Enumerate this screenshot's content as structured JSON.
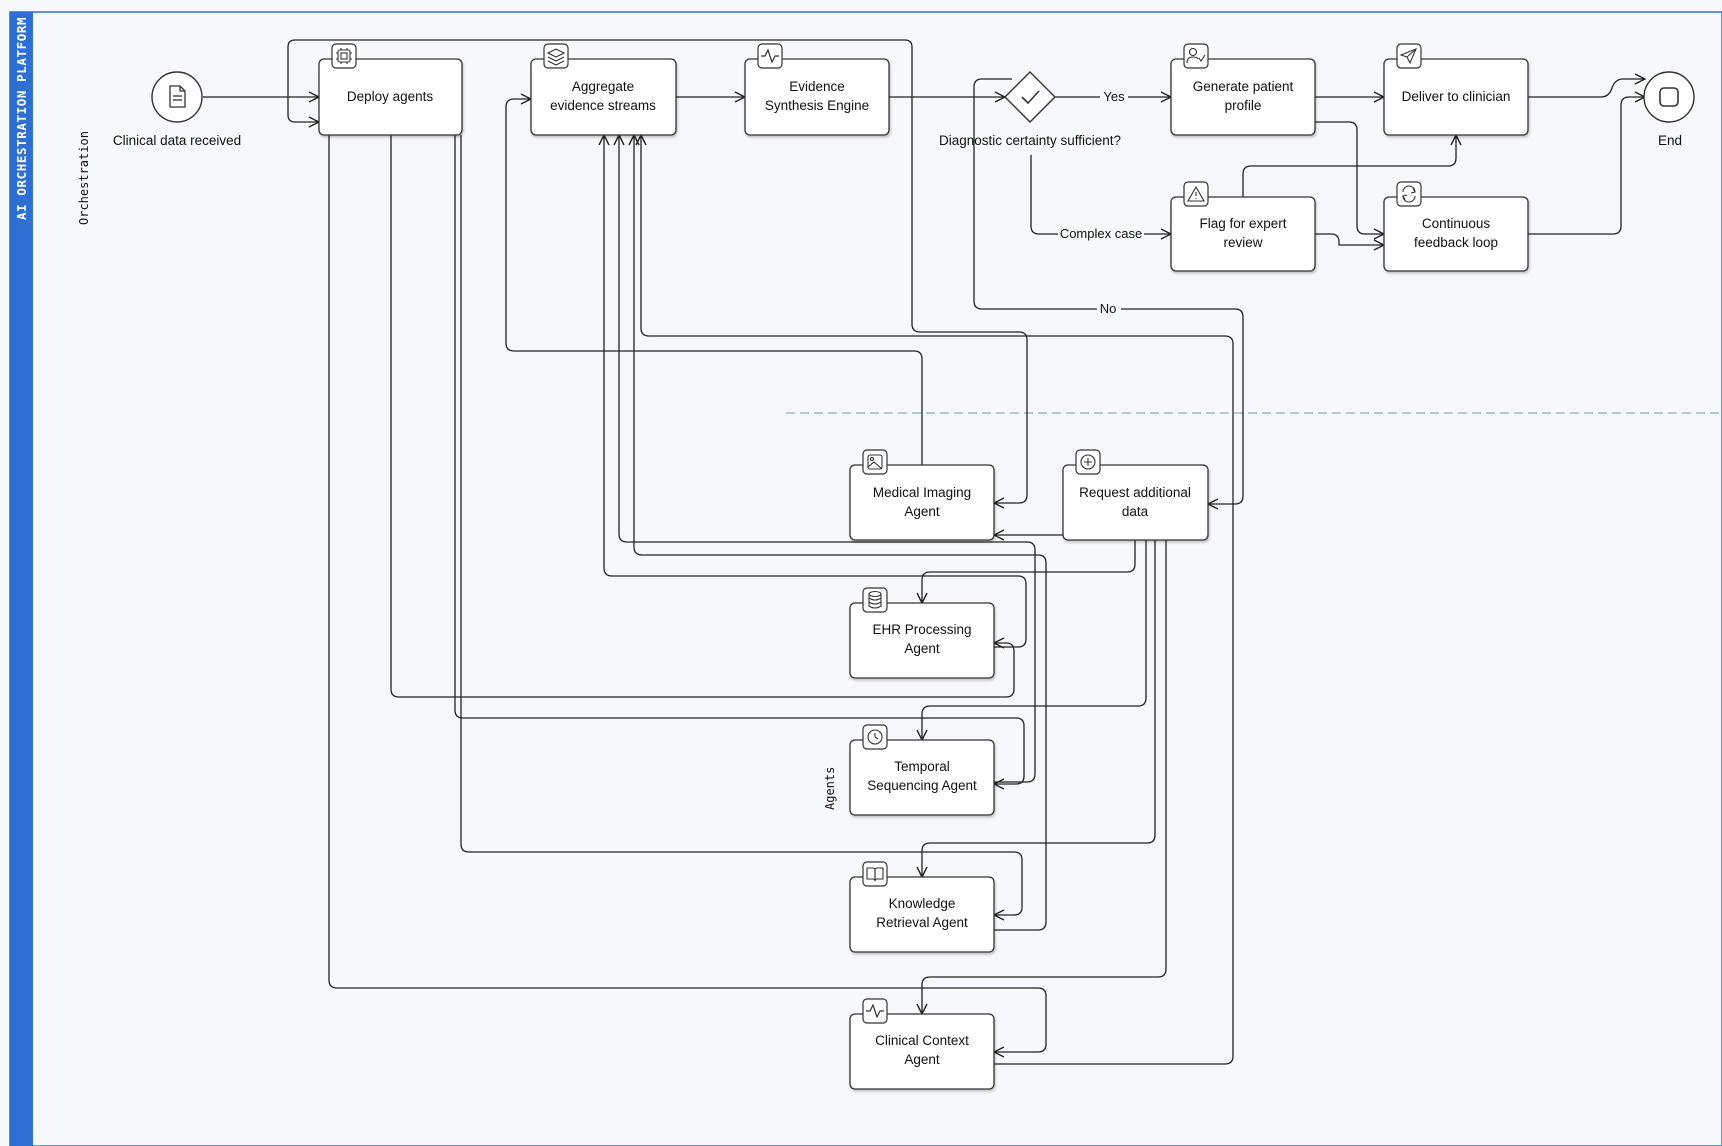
{
  "pool": {
    "title": "AI ORCHESTRATION PLATFORM",
    "accent": "#2f6fd1"
  },
  "lanes": {
    "orchestration": "Orchestration",
    "agents": "Agents"
  },
  "events": {
    "start": "Clinical data received",
    "end": "End"
  },
  "tasks": {
    "deploy": "Deploy agents",
    "aggregate_1": "Aggregate",
    "aggregate_2": "evidence streams",
    "synth_1": "Evidence",
    "synth_2": "Synthesis Engine",
    "profile_1": "Generate patient",
    "profile_2": "profile",
    "deliver": "Deliver to clinician",
    "flag_1": "Flag for expert",
    "flag_2": "review",
    "feedback_1": "Continuous",
    "feedback_2": "feedback loop",
    "imaging_1": "Medical Imaging",
    "imaging_2": "Agent",
    "request_1": "Request additional",
    "request_2": "data",
    "ehr_1": "EHR Processing",
    "ehr_2": "Agent",
    "temporal_1": "Temporal",
    "temporal_2": "Sequencing Agent",
    "knowledge_1": "Knowledge",
    "knowledge_2": "Retrieval Agent",
    "context_1": "Clinical Context",
    "context_2": "Agent"
  },
  "gateway": {
    "label": "Diagnostic certainty sufficient?"
  },
  "flow_labels": {
    "yes": "Yes",
    "complex": "Complex case",
    "no": "No"
  },
  "icons": {
    "start": "document-icon",
    "end": "stop-icon",
    "deploy": "chip-icon",
    "aggregate": "layers-icon",
    "synth": "pulse-icon",
    "profile": "user-check-icon",
    "deliver": "send-icon",
    "flag": "warning-icon",
    "feedback": "refresh-icon",
    "imaging": "image-icon",
    "request": "plus-circle-icon",
    "ehr": "database-icon",
    "temporal": "clock-icon",
    "knowledge": "book-icon",
    "context": "pulse-icon",
    "gateway": "check-icon"
  }
}
